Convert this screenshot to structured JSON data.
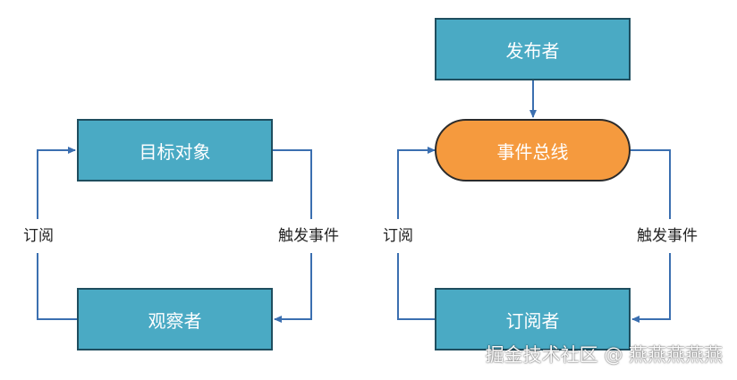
{
  "left_diagram": {
    "subject_label": "目标对象",
    "observer_label": "观察者",
    "subscribe_label": "订阅",
    "trigger_label": "触发事件"
  },
  "right_diagram": {
    "publisher_label": "发布者",
    "event_bus_label": "事件总线",
    "subscriber_label": "订阅者",
    "subscribe_label": "订阅",
    "trigger_label": "触发事件"
  },
  "watermark": "掘金技术社区 @ 燕燕燕燕燕",
  "colors": {
    "box_fill": "#4aaac4",
    "box_border": "#1f4e5f",
    "bus_fill": "#f59a3e",
    "arrow": "#3b6fb0"
  }
}
